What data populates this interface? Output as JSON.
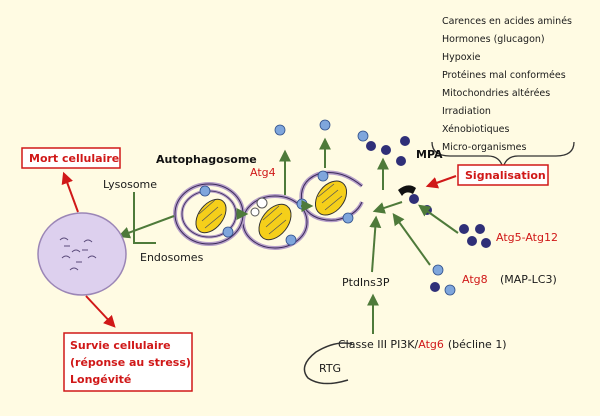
{
  "stress_list": [
    "Carences en acides aminés",
    "Hormones (glucagon)",
    "Hypoxie",
    "Protéines mal conformées",
    "Mitochondries altérées",
    "Irradiation",
    "Xénobiotiques",
    "Micro-organismes"
  ],
  "labels": {
    "mpa": "MPA",
    "signalisation": "Signalisation",
    "atg5_atg12": "Atg5-Atg12",
    "atg8": "Atg8",
    "atg8_suffix": "(MAP-LC3)",
    "ptdins3p": "PtdIns3P",
    "classe_prefix": "Classe III PI3K/",
    "atg6": "Atg6",
    "classe_suffix": "(bécline 1)",
    "rtg": "RTG",
    "autophagosome": "Autophagosome",
    "atg4": "Atg4",
    "lysosome": "Lysosome",
    "endosomes": "Endosomes",
    "mort_cellulaire": "Mort cellulaire",
    "survie_line1": "Survie cellulaire",
    "survie_line2": "(réponse au stress)",
    "survie_line3": "Longévité"
  },
  "colors": {
    "background": "#fffbe3",
    "arrow_green": "#4e7a3a",
    "red": "#d01818",
    "mito_fill": "#f5cf1a",
    "light_blue_dot": "#7fa6dc",
    "dark_dot": "#2f2f78",
    "membrane": "#b59ec8",
    "cell_fill": "#ddd0ee"
  }
}
